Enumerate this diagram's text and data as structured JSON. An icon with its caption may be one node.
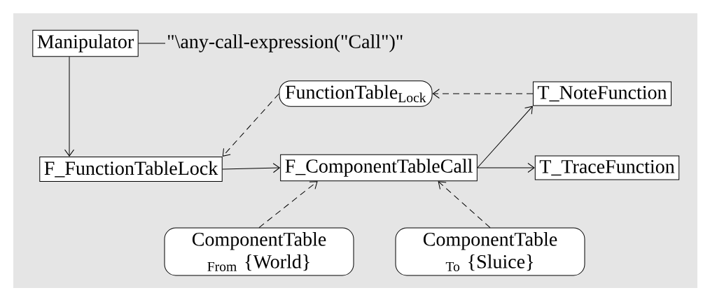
{
  "diagram": {
    "nodes": [
      {
        "text": [
          "Manipulator"
        ]
      },
      {
        "text": [
          "\"\\any-call-expression(\"Call\")\""
        ]
      },
      {
        "text": [
          "FunctionTable$_{Lock}$"
        ]
      },
      {
        "text": [
          "T_NoteFunction"
        ]
      },
      {
        "text": [
          "F_FunctionTableLock"
        ]
      },
      {
        "text": [
          "F_ComponentTableCall"
        ]
      },
      {
        "text": [
          "T_TraceFunction"
        ]
      },
      {
        "text": [
          "ComponentTable $_{From}$ {World}"
        ]
      },
      {
        "text": [
          "ComponentTable $_{To}$ {Sluice}"
        ]
      }
    ],
    "edges": [
      {
        "from": 0,
        "to": 1,
        "arrow": "none"
      },
      {
        "from": 0,
        "to": 4,
        "arrow": "to"
      },
      {
        "from": 2,
        "to": 4,
        "arrow": "to",
        "style": "dashed"
      },
      {
        "from": 3,
        "to": 2,
        "arrow": "to",
        "style": "dashed"
      },
      {
        "from": 4,
        "to": 5,
        "arrow": "to"
      },
      {
        "from": 5,
        "to": 3,
        "arrow": "to"
      },
      {
        "from": 5,
        "to": 6,
        "arrow": "to"
      },
      {
        "from": 7,
        "to": 5,
        "arrow": "to",
        "style": "dashed"
      },
      {
        "from": 8,
        "to": 5,
        "arrow": "to",
        "style": "dashed"
      }
    ]
  }
}
